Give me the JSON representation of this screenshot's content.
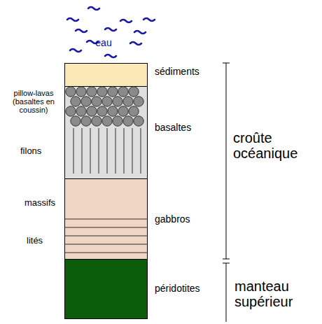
{
  "diagram": {
    "nodes": [
      {
        "text": [
          "sédiments"
        ]
      },
      {
        "text": [
          "pillow-lavas (basaltes en coussin)",
          "basaltes",
          "filons"
        ]
      },
      {
        "text": [
          "massifs",
          "gabbros",
          "lités"
        ]
      },
      {
        "text": [
          "péridotites"
        ]
      }
    ],
    "labels": [
      "eau",
      "croûte océanique",
      "manteau supérieur"
    ]
  }
}
